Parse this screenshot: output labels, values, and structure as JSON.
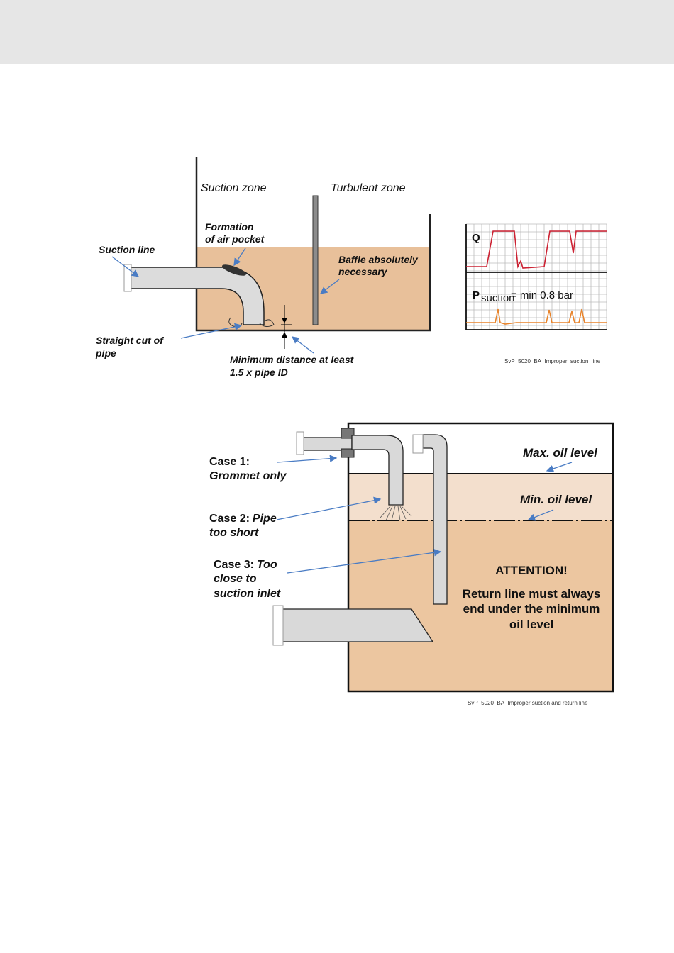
{
  "diagram1": {
    "suction_zone": "Suction zone",
    "turbulent_zone": "Turbulent zone",
    "air_pocket_1": "Formation",
    "air_pocket_2": "of air pocket",
    "suction_line": "Suction line",
    "baffle_1": "Baffle absolutely",
    "baffle_2": "necessary",
    "straight_cut_1": "Straight cut of",
    "straight_cut_2": "pipe",
    "min_dist_1": "Minimum distance at least",
    "min_dist_2": "1.5 x pipe ID",
    "graph_q": "Q",
    "graph_p": "P",
    "graph_p_sub": "suction",
    "graph_p_value": "= min 0.8 bar",
    "caption": "SvP_5020_BA_Improper_suction_line",
    "colors": {
      "oil": "#e8c09a",
      "pipe": "#dcdcdc",
      "q_line": "#cc2233",
      "p_line": "#e8842c",
      "grid": "#bbbbbb",
      "arrow": "#4a7cc4"
    }
  },
  "diagram2": {
    "max_level": "Max. oil level",
    "min_level": "Min. oil level",
    "case1_title": "Case 1:",
    "case1_text": "Grommet only",
    "case2_title": "Case 2:",
    "case2_text_a": "Pipe",
    "case2_text_b": "too short",
    "case3_title": "Case 3:",
    "case3_text_a": "Too",
    "case3_text_b": "close to",
    "case3_text_c": "suction inlet",
    "attention": "ATTENTION!",
    "return_1": "Return line must always",
    "return_2": "end under the minimum",
    "return_3": "oil level",
    "caption": "SvP_5020_BA_Improper suction and return line",
    "colors": {
      "oil_upper": "#f3dfcd",
      "oil_lower": "#ecc6a0",
      "pipe": "#d9d9d9",
      "arrow": "#4a7cc4"
    }
  }
}
